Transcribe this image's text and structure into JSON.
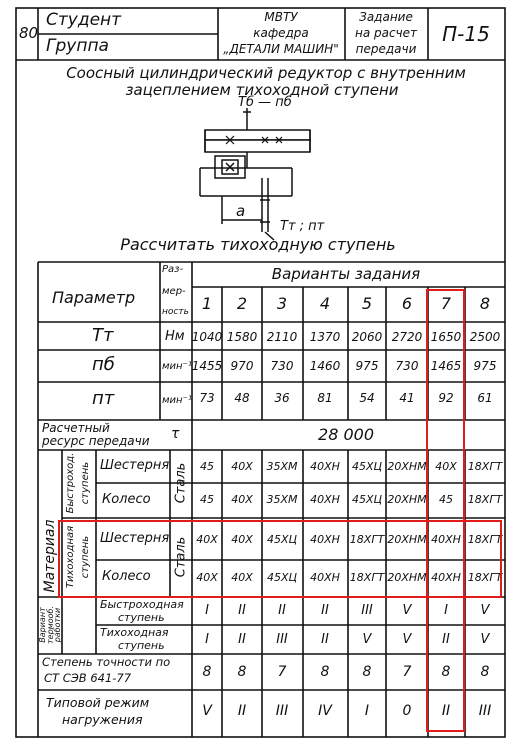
{
  "header": {
    "page_no": "80",
    "student_label": "Студент",
    "group_label": "Группа",
    "institution_l1": "МВТУ",
    "institution_l2": "кафедра",
    "institution_l3": "„ДЕТАЛИ МАШИН\"",
    "assignment_l1": "Задание",
    "assignment_l2": "на расчет",
    "assignment_l3": "передачи",
    "code": "П-15"
  },
  "title_l1": "Соосный цилиндрический редуктор с внутренним",
  "title_l2": "зацеплением тихоходной ступени",
  "scheme": {
    "top_label": "Тб — пб",
    "distance_label": "a",
    "output_label": "Тт ; пт"
  },
  "task": "Рассчитать тихоходную ступень",
  "table": {
    "param_header": "Параметр",
    "unit_header_l1": "Раз-",
    "unit_header_l2": "мер-",
    "unit_header_l3": "ность",
    "variants_header": "Варианты задания",
    "variants": [
      "1",
      "2",
      "3",
      "4",
      "5",
      "6",
      "7",
      "8"
    ],
    "rows": {
      "torque": {
        "param": "Тт",
        "unit": "Нм",
        "values": [
          "1040",
          "1580",
          "2110",
          "1370",
          "2060",
          "2720",
          "1650",
          "2500"
        ]
      },
      "n_fast": {
        "param": "пб",
        "unit": "мин⁻¹",
        "values": [
          "1455",
          "970",
          "730",
          "1460",
          "975",
          "730",
          "1465",
          "975"
        ]
      },
      "n_slow": {
        "param": "пт",
        "unit": "мин⁻¹",
        "values": [
          "73",
          "48",
          "36",
          "81",
          "54",
          "41",
          "92",
          "61"
        ]
      },
      "resource": {
        "param_l1": "Расчетный",
        "param_l2": "ресурс передачи",
        "unit": "τ",
        "value": "28 000"
      },
      "material": {
        "group_label": "Материал",
        "steel_label": "Сталь",
        "fast_stage_l1": "Быстроход.",
        "fast_stage_l2": "ступень",
        "slow_stage_l1": "Тихоходная",
        "slow_stage_l2": "ступень",
        "pinion_label": "Шестерня",
        "wheel_label": "Колесо",
        "fast_pinion": [
          "45",
          "40Х",
          "35ХМ",
          "40ХН",
          "45ХЦ",
          "20ХНМ",
          "40Х",
          "18ХГТ"
        ],
        "fast_wheel": [
          "45",
          "40Х",
          "35ХМ",
          "40ХН",
          "45ХЦ",
          "20ХНМ",
          "45",
          "18ХГТ"
        ],
        "slow_pinion": [
          "40Х",
          "40Х",
          "45ХЦ",
          "40ХН",
          "18ХГТ",
          "20ХНМ",
          "40ХН",
          "18ХГТ"
        ],
        "slow_wheel": [
          "40Х",
          "40Х",
          "45ХЦ",
          "40ХН",
          "18ХГТ",
          "20ХНМ",
          "40ХН",
          "18ХГТ"
        ]
      },
      "heat": {
        "group_l1": "Вариант",
        "group_l2": "термооб.",
        "group_l3": "работки",
        "fast_l1": "Быстроходная",
        "fast_l2": "ступень",
        "slow_l1": "Тихоходная",
        "slow_l2": "ступень",
        "fast_values": [
          "I",
          "II",
          "II",
          "II",
          "III",
          "V",
          "I",
          "V"
        ],
        "slow_values": [
          "I",
          "II",
          "III",
          "II",
          "V",
          "V",
          "II",
          "V"
        ]
      },
      "accuracy": {
        "param_l1": "Степень точности по",
        "param_l2": "СТ СЭВ 641-77",
        "values": [
          "8",
          "8",
          "7",
          "8",
          "8",
          "7",
          "8",
          "8"
        ]
      },
      "load": {
        "param_l1": "Типовой режим",
        "param_l2": "нагружения",
        "values": [
          "V",
          "II",
          "III",
          "IV",
          "I",
          "0",
          "II",
          "III"
        ]
      }
    }
  }
}
